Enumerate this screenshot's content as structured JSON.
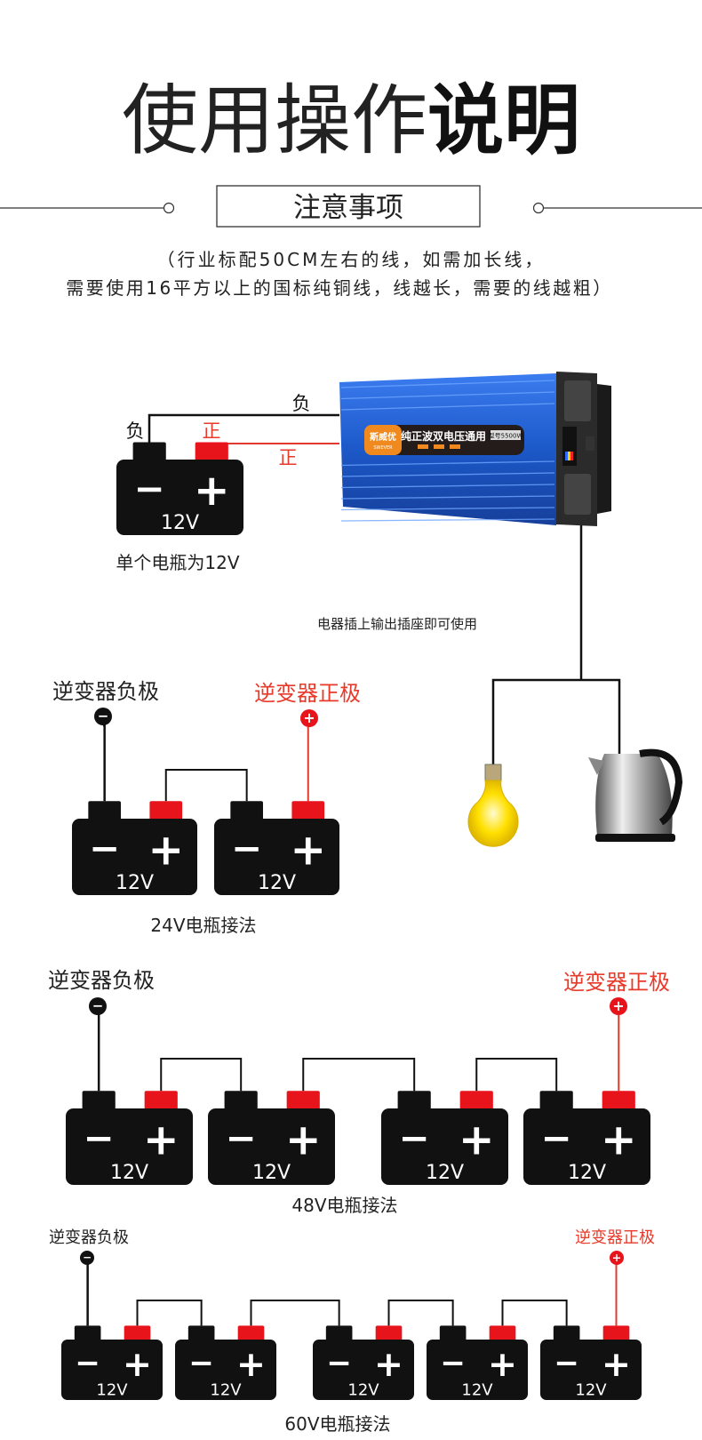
{
  "header": {
    "title_light": "使用操作",
    "title_bold": "说明",
    "section_label": "注意事项",
    "note_line1": "（行业标配50CM左右的线，如需加长线，",
    "note_line2": "需要使用16平方以上的国标纯铜线，线越长，需要的线越粗）"
  },
  "colors": {
    "wire_negative": "#111111",
    "wire_positive": "#e23b2e",
    "battery": "#111111",
    "terminal_positive": "#e8141b",
    "label_red": "#e83a2a",
    "inverter_blue": "#1d5fd0"
  },
  "battery": {
    "voltage": "12V",
    "minus": "−",
    "plus": "+"
  },
  "single": {
    "neg_left": "负",
    "pos_left": "正",
    "neg_wire": "负",
    "pos_wire": "正",
    "caption": "单个电瓶为12V"
  },
  "inverter": {
    "brand": "斯威优",
    "brand_en": "SWEVER",
    "headline": "纯正波双电压通用",
    "model": "型号5500W"
  },
  "output_note": "电器插上输出插座即可使用",
  "appliances": {
    "bulb": "light-bulb-icon",
    "kettle": "kettle-icon"
  },
  "series": [
    {
      "neg_label": "逆变器负极",
      "pos_label": "逆变器正极",
      "neg_symbol": "−",
      "pos_symbol": "+",
      "caption": "24V电瓶接法",
      "count": 2
    },
    {
      "neg_label": "逆变器负极",
      "pos_label": "逆变器正极",
      "neg_symbol": "−",
      "pos_symbol": "+",
      "caption": "48V电瓶接法",
      "count": 4
    },
    {
      "neg_label": "逆变器负极",
      "pos_label": "逆变器正极",
      "neg_symbol": "−",
      "pos_symbol": "+",
      "caption": "60V电瓶接法",
      "count": 5
    }
  ]
}
